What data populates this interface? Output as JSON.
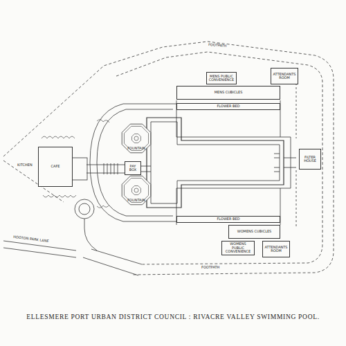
{
  "diagram": {
    "caption": "ELLESMERE PORT URBAN DISTRICT COUNCIL : RIVACRE VALLEY SWIMMING POOL.",
    "nodes": [
      {
        "text": [
          "MENS PUBLIC CONVENIENCE"
        ]
      },
      {
        "text": [
          "ATTENDANTS ROOM"
        ]
      },
      {
        "text": [
          "MENS CUBICLES"
        ]
      },
      {
        "text": [
          "FLOWER BED"
        ]
      },
      {
        "text": [
          "FOUNTAIN"
        ]
      },
      {
        "text": [
          "CAFE"
        ]
      },
      {
        "text": [
          "PAY BOX"
        ]
      },
      {
        "text": [
          "FILTER HOUSE"
        ]
      },
      {
        "text": [
          "FOUNTAIN"
        ]
      },
      {
        "text": [
          "FLOWER BED"
        ]
      },
      {
        "text": [
          "WOMENS CUBICLES"
        ]
      },
      {
        "text": [
          "WOMENS PUBLIC CONVENIENCE"
        ]
      },
      {
        "text": [
          "ATTENDANTS ROOM"
        ]
      }
    ],
    "labels": [
      "FOOTPATH",
      "FOOTPATH",
      "KITCHEN",
      "HOOTON PARK LANE"
    ]
  }
}
